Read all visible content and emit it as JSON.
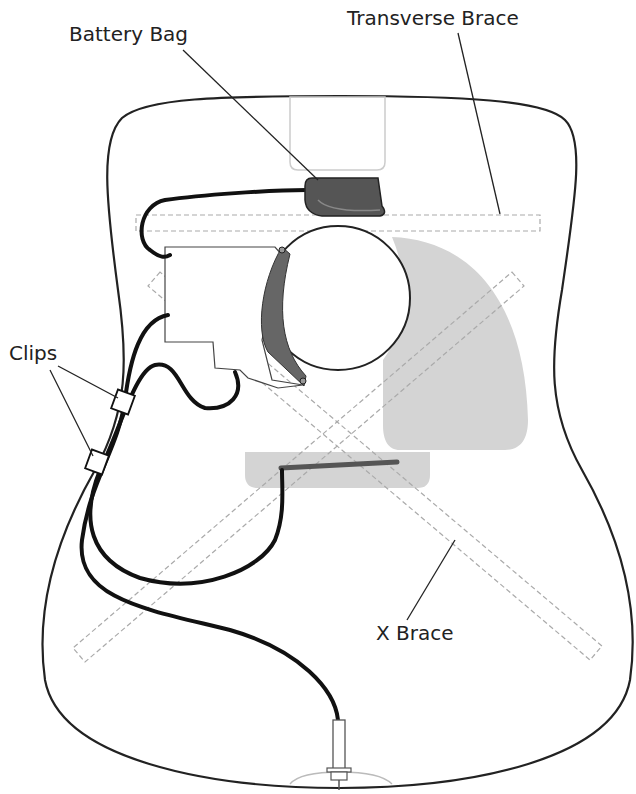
{
  "diagram": {
    "labels": [
      "Battery Bag",
      "Transverse Brace",
      "Clips",
      "X Brace"
    ]
  }
}
